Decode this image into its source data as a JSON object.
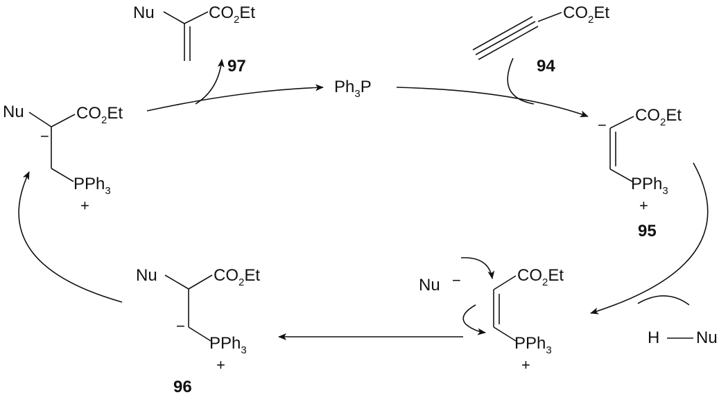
{
  "molecules": {
    "m97": {
      "nu": "Nu",
      "ester": "CO",
      "ester_sub": "2",
      "ester_tail": "Et",
      "label": "97"
    },
    "m94": {
      "ester": "CO",
      "ester_sub": "2",
      "ester_tail": "Et",
      "label": "94"
    },
    "ph3p": {
      "main": "Ph",
      "sub": "3",
      "tail": "P"
    },
    "m95": {
      "ester": "CO",
      "ester_sub": "2",
      "ester_tail": "Et",
      "p": "PPh",
      "p_sub": "3",
      "minus": "−",
      "plus": "+",
      "label": "95"
    },
    "mleft": {
      "nu": "Nu",
      "ester": "CO",
      "ester_sub": "2",
      "ester_tail": "Et",
      "p": "PPh",
      "p_sub": "3",
      "minus": "−",
      "plus": "+"
    },
    "m96": {
      "nu": "Nu",
      "ester": "CO",
      "ester_sub": "2",
      "ester_tail": "Et",
      "p": "PPh",
      "p_sub": "3",
      "minus": "−",
      "plus": "+",
      "label": "96"
    },
    "mright": {
      "nu": "Nu",
      "nu_minus": "−",
      "ester": "CO",
      "ester_sub": "2",
      "ester_tail": "Et",
      "p": "PPh",
      "p_sub": "3",
      "plus": "+"
    },
    "hnu": {
      "h": "H",
      "nu": "Nu"
    }
  }
}
